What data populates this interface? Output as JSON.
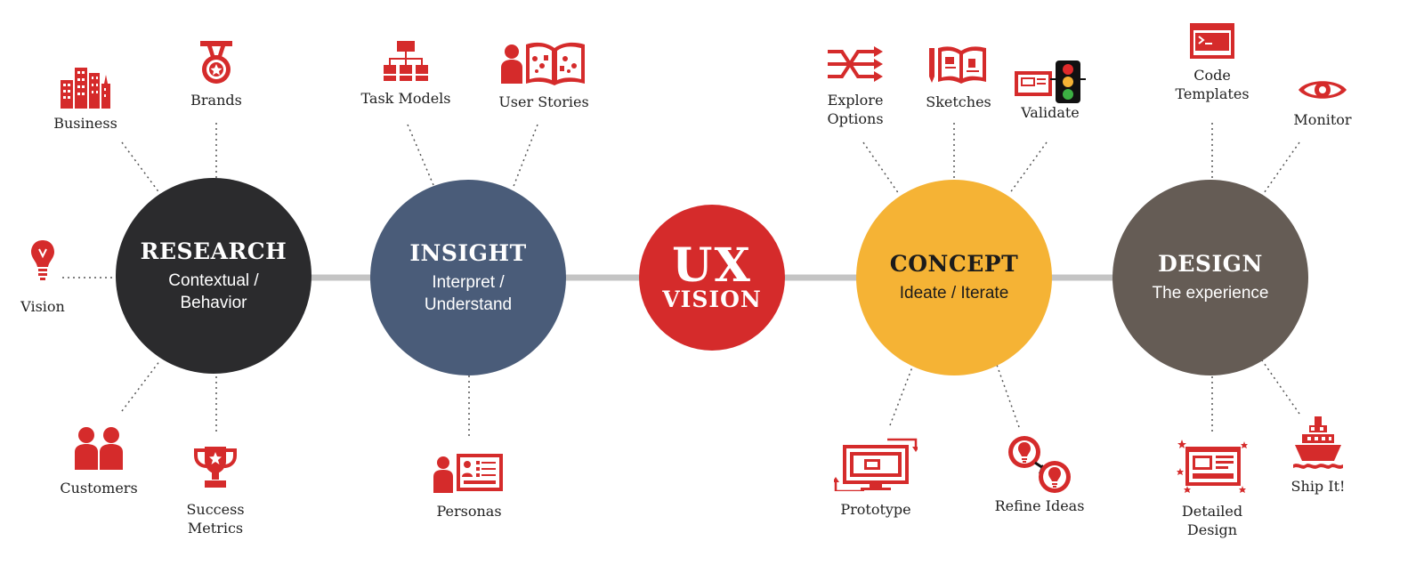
{
  "colors": {
    "accent_red": "#d52b2b",
    "research": "#2b2b2d",
    "insight": "#4a5c79",
    "ux": "#d52b2b",
    "concept": "#f5b335",
    "design": "#655c55",
    "connector": "#c4c4c4"
  },
  "phases": [
    {
      "id": "research",
      "title": "RESEARCH",
      "subtitle": "Contextual /\nBehavior"
    },
    {
      "id": "insight",
      "title": "INSIGHT",
      "subtitle": "Interpret /\nUnderstand"
    },
    {
      "id": "ux",
      "title": "UX",
      "subtitle": "VISION"
    },
    {
      "id": "concept",
      "title": "CONCEPT",
      "subtitle": "Ideate / Iterate"
    },
    {
      "id": "design",
      "title": "DESIGN",
      "subtitle": "The experience"
    }
  ],
  "nodes": {
    "business": {
      "label": "Business",
      "icon": "buildings-icon"
    },
    "brands": {
      "label": "Brands",
      "icon": "medal-icon"
    },
    "vision": {
      "label": "Vision",
      "icon": "lightbulb-icon"
    },
    "customers": {
      "label": "Customers",
      "icon": "people-icon"
    },
    "success_metrics": {
      "label": "Success\nMetrics",
      "icon": "trophy-icon"
    },
    "task_models": {
      "label": "Task Models",
      "icon": "hierarchy-icon"
    },
    "user_stories": {
      "label": "User Stories",
      "icon": "storybook-icon"
    },
    "personas": {
      "label": "Personas",
      "icon": "persona-card-icon"
    },
    "explore_options": {
      "label": "Explore\nOptions",
      "icon": "shuffle-arrows-icon"
    },
    "sketches": {
      "label": "Sketches",
      "icon": "sketchbook-icon"
    },
    "validate": {
      "label": "Validate",
      "icon": "traffic-light-icon"
    },
    "prototype": {
      "label": "Prototype",
      "icon": "monitor-cycle-icon"
    },
    "refine_ideas": {
      "label": "Refine Ideas",
      "icon": "bulb-refine-icon"
    },
    "code_templates": {
      "label": "Code\nTemplates",
      "icon": "terminal-window-icon"
    },
    "monitor": {
      "label": "Monitor",
      "icon": "eye-icon"
    },
    "detailed_design": {
      "label": "Detailed\nDesign",
      "icon": "layout-window-icon"
    },
    "ship_it": {
      "label": "Ship It!",
      "icon": "ship-icon"
    }
  }
}
